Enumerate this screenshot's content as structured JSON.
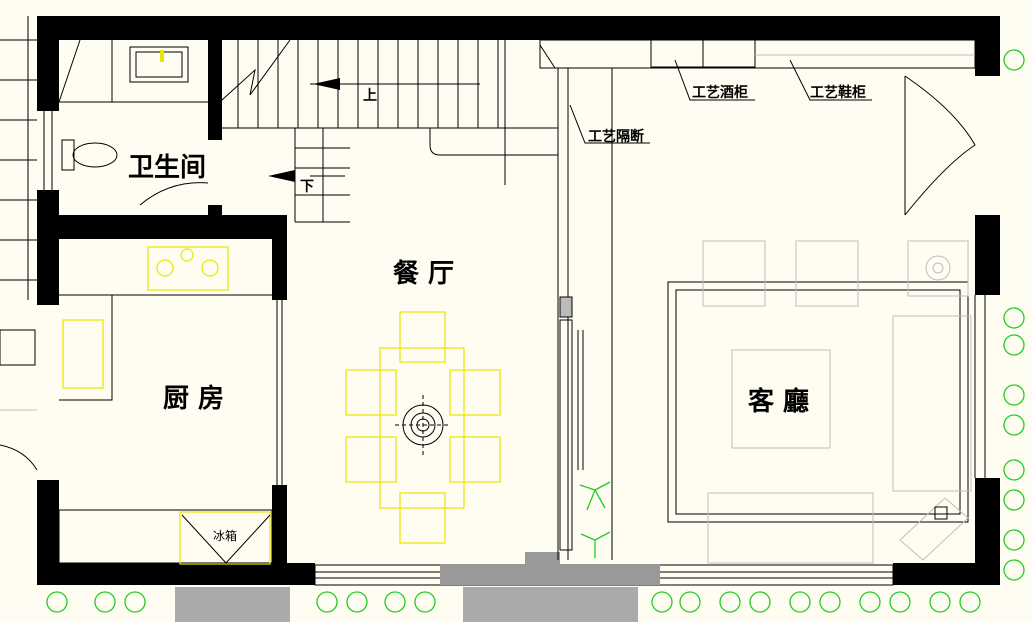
{
  "rooms": {
    "bathroom": "卫生间",
    "dining": "餐 厅",
    "kitchen": "厨 房",
    "living": "客 廳"
  },
  "stairs": {
    "up": "上",
    "down": "下"
  },
  "annotations": {
    "wine_cabinet": "工艺酒柜",
    "shoe_cabinet": "工艺鞋柜",
    "partition": "工艺隔断",
    "fridge": "冰箱"
  },
  "colors": {
    "background": "#fffdf1",
    "wall": "#000000",
    "furniture_yellow": "#e6e600",
    "plant_green": "#22cc22",
    "furniture_gray": "#bdbdbd"
  }
}
